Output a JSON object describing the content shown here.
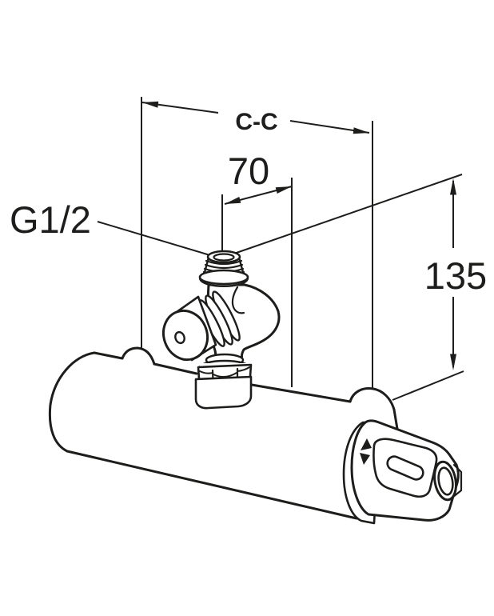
{
  "labels": {
    "center_distance": "C-C",
    "top_offset": "70",
    "top_height": "135",
    "thread": "G1/2"
  },
  "colors": {
    "line": "#1d1d1b",
    "background": "#ffffff"
  }
}
